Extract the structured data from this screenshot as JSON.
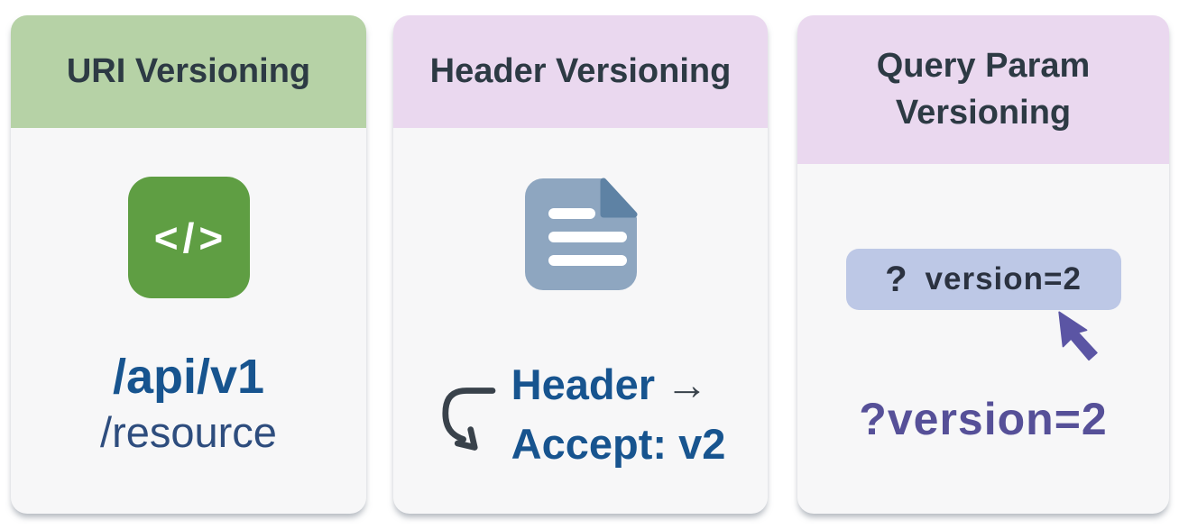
{
  "colors": {
    "green-header": "#b6d2a6",
    "pink-header": "#ead8ef",
    "card-bg": "#f7f7f8",
    "title-text": "#2d3a44",
    "icon-green": "#5f9e43",
    "doc-blue": "#8ea6c0",
    "doc-fold": "#5e82a4",
    "blue-bold": "#17548f",
    "blue-muted": "#2e4d7e",
    "arrow-dark": "#39424b",
    "badge-bg": "#bdc8e6",
    "badge-text": "#2b3240",
    "purple": "#565098",
    "cursor-purple": "#5b55a4"
  },
  "cards": [
    {
      "title": "URI Versioning",
      "icon_glyph": "</>",
      "path_bold": "/api/v1",
      "path_light": "/resource"
    },
    {
      "title": "Header Versioning",
      "header_word": "Header",
      "arrow_char": "→",
      "accept_line": "Accept: v2"
    },
    {
      "title": "Query Param Versioning",
      "badge_q": "?",
      "badge_param": "version=2",
      "caption": "?version=2"
    }
  ]
}
